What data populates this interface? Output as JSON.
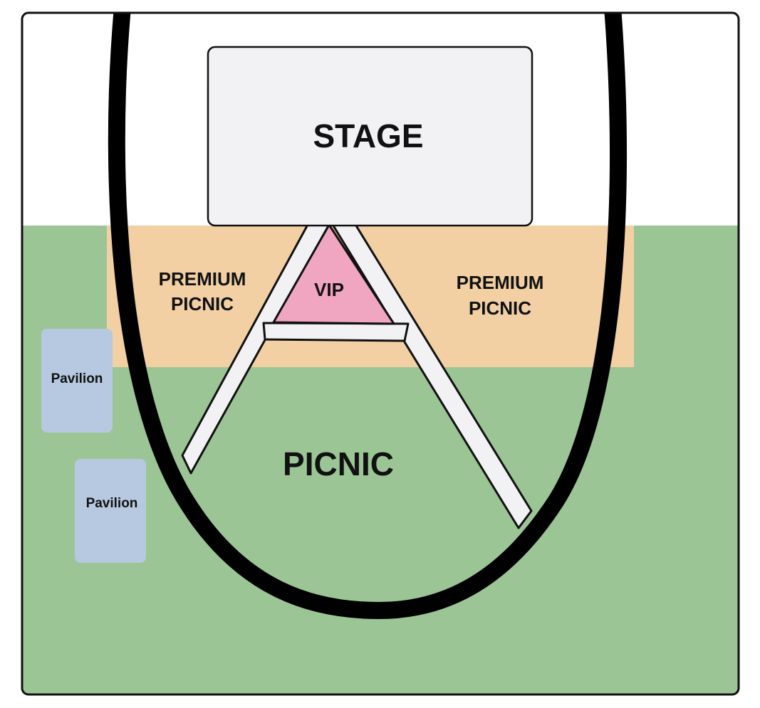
{
  "labels": {
    "stage": "STAGE",
    "vip": "VIP",
    "picnic": "PICNIC",
    "premium_picnic_left_line1": "PREMIUM",
    "premium_picnic_left_line2": "PICNIC",
    "premium_picnic_right_line1": "PREMIUM",
    "premium_picnic_right_line2": "PICNIC",
    "pavilion_1": "Pavilion",
    "pavilion_2": "Pavilion"
  },
  "colors": {
    "lawn": "#9bc595",
    "premium_picnic": "#f2d0a4",
    "vip": "#f0a5c1",
    "stage": "#f2f2f4",
    "walkway": "#f2f2f4",
    "pavilion": "#b7c9e1",
    "track": "#000000",
    "border": "#111111"
  }
}
